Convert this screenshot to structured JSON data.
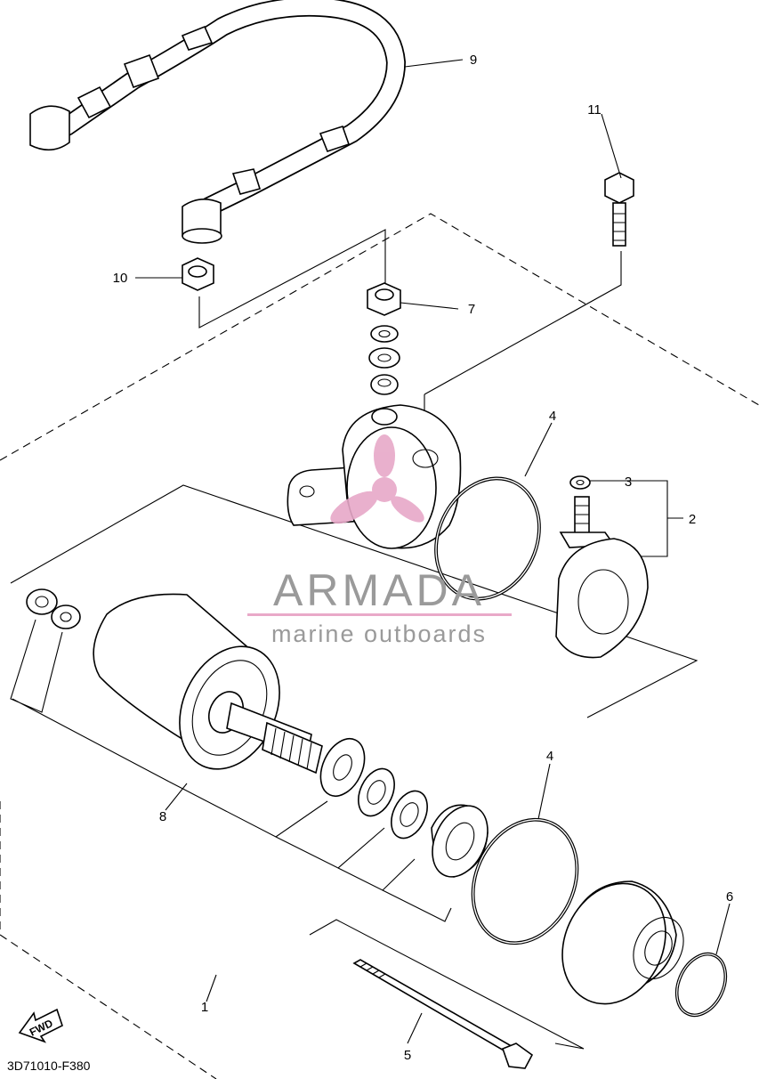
{
  "diagram": {
    "code": "3D71010-F380",
    "fwd_label": "FWD",
    "callouts": {
      "p1": "1",
      "p2": "2",
      "p3": "3",
      "p4a": "4",
      "p4b": "4",
      "p5": "5",
      "p6": "6",
      "p7": "7",
      "p8": "8",
      "p9": "9",
      "p10": "10",
      "p11": "11"
    }
  },
  "watermark": {
    "brand": "ARMADA",
    "tagline": "marine outboards",
    "colors": {
      "text": "#9a9a9a",
      "rule": "#e9a9c8",
      "logo": "#e7a8c8"
    }
  }
}
